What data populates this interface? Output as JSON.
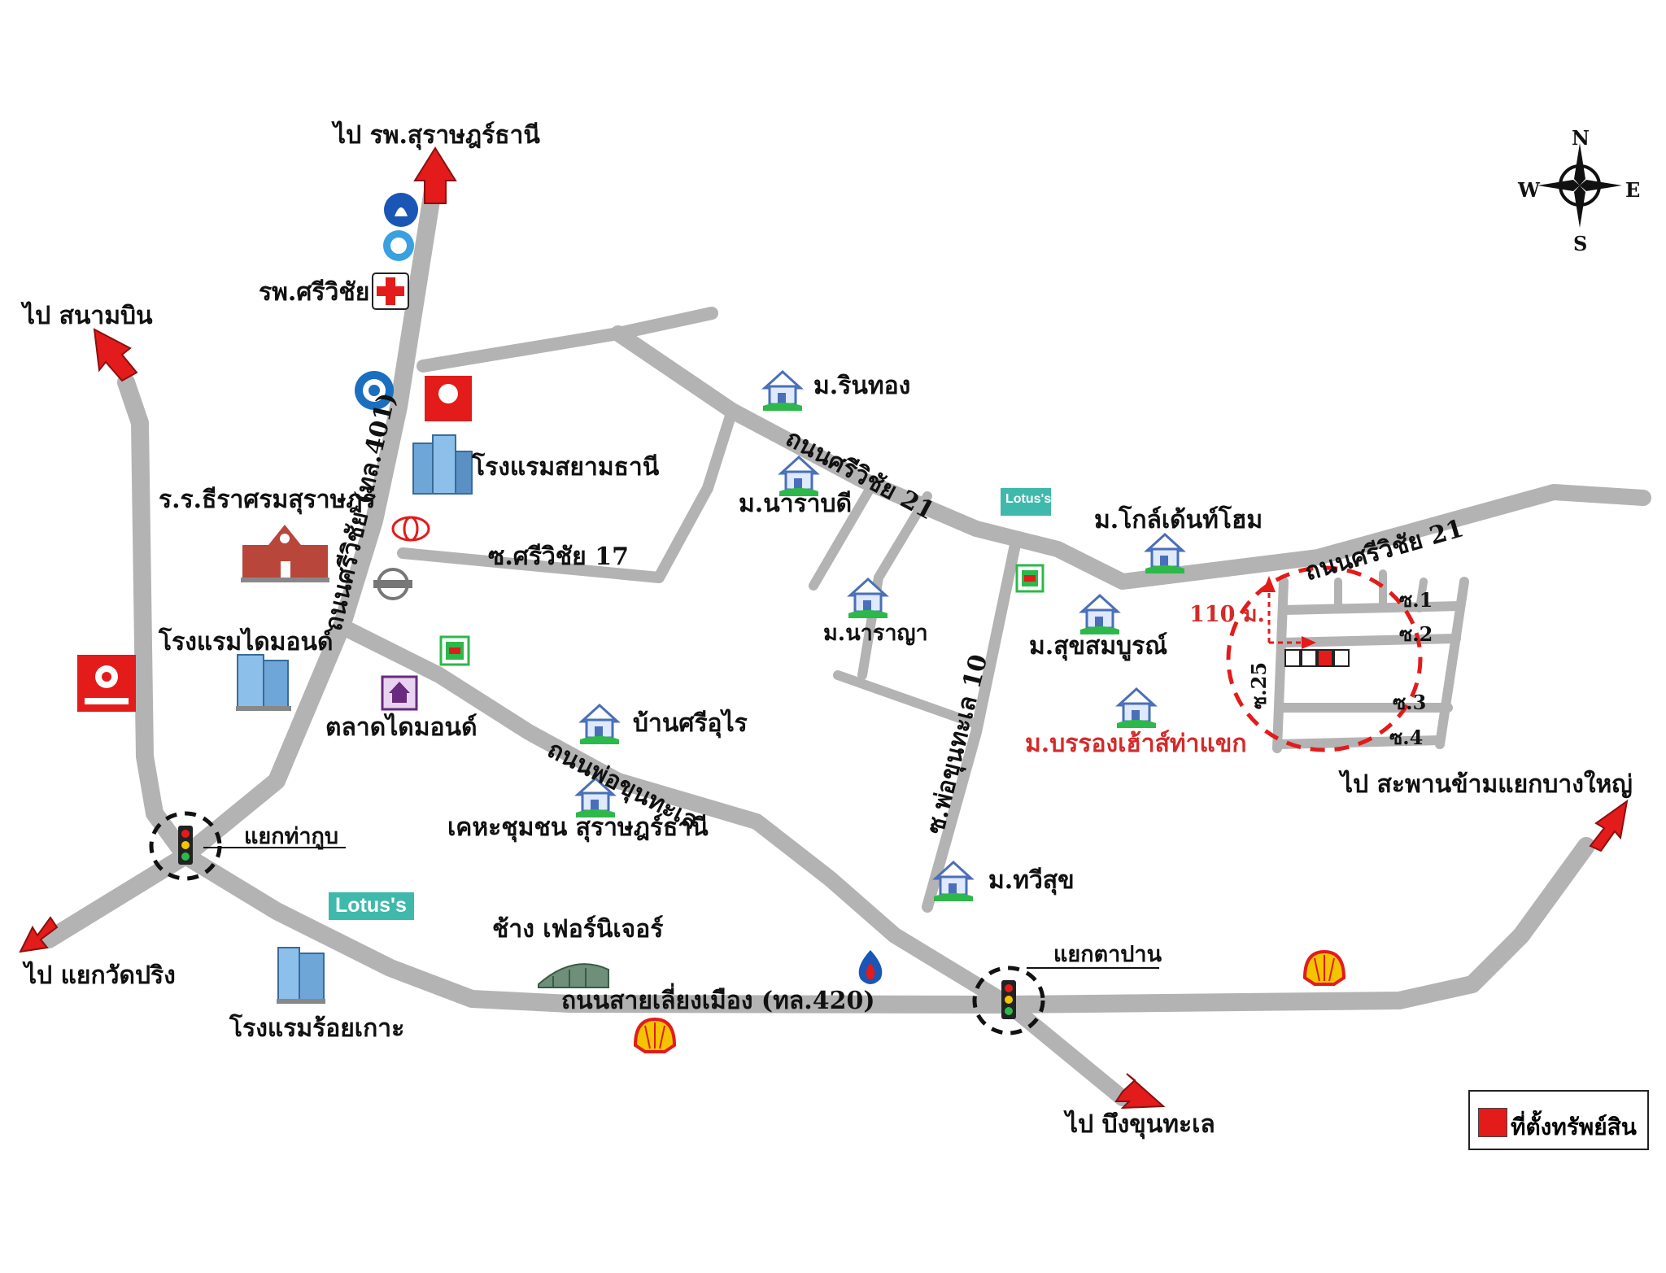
{
  "map": {
    "destinations": {
      "north_hospital": "ไป รพ.สุราษฎร์ธานี",
      "airport": "ไป สนามบิน",
      "wat_pring": "ไป แยกวัดปริง",
      "bueng_khun_thale": "ไป บึงขุนทะเล",
      "bang_yai_bridge": "ไป สะพานข้ามแยกบางใหญ่"
    },
    "roads": {
      "road_401": "ถนนศรีวิชัย (ทล.401)",
      "sriwichai_21_a": "ถนนศรีวิชัย 21",
      "sriwichai_21_b": "ถนนศรีวิชัย 21",
      "soi_sriwichai_17": "ซ.ศรีวิชัย 17",
      "pho_khun_thale": "ถนนพ่อขุนทะเล",
      "soi_pho_khun_thale_10": "ซ.พ่อขุนทะเล 10",
      "bypass_420": "ถนนสายเลี่ยงเมือง (ทล.420)",
      "soi_25": "ซ.25",
      "soi_1": "ซ.1",
      "soi_2": "ซ.2",
      "soi_3": "ซ.3",
      "soi_4": "ซ.4"
    },
    "intersections": {
      "tha_kup": "แยกท่ากูบ",
      "ta_pan": "แยกตาปาน"
    },
    "places": {
      "sriwichai_hospital": "รพ.ศรีวิชัย",
      "siam_thani_hotel": "โรงแรมสยามธานี",
      "school": "ร.ร.ธีราศรมสุราษฎร์",
      "diamond_hotel": "โรงแรมไดมอนด์",
      "diamond_market": "ตลาดไดมอนด์",
      "ban_sri_urai": "บ้านศรีอุไร",
      "community_housing": "เคหะชุมชน สุราษฎร์ธานี",
      "chang_furniture": "ช้าง เฟอร์นิเจอร์",
      "roi_ko_hotel": "โรงแรมร้อยเกาะ",
      "rin_thong": "ม.รินทอง",
      "narabodi": "ม.นาราบดี",
      "naraya": "ม.นาราญา",
      "golden_home": "ม.โกล์เด้นท์โฮม",
      "suksomboon": "ม.สุขสมบูรณ์",
      "bunrong": "ม.บรรองเฮ้าส์ท่าแขก",
      "thawisuk": "ม.ทวีสุข",
      "lotus_1": "Lotus's",
      "lotus_2": "Lotus's"
    },
    "distance_label": "110 ม.",
    "compass": {
      "n": "N",
      "s": "S",
      "e": "E",
      "w": "W"
    },
    "legend": {
      "property_location": "ที่ตั้งทรัพย์สิน"
    },
    "colors": {
      "road": "#b3b3b3",
      "arrow": "#e31b1b",
      "property": "#e31b1b",
      "highlight_circle": "#e31b1b",
      "lotus": "#3fb9ab"
    }
  }
}
